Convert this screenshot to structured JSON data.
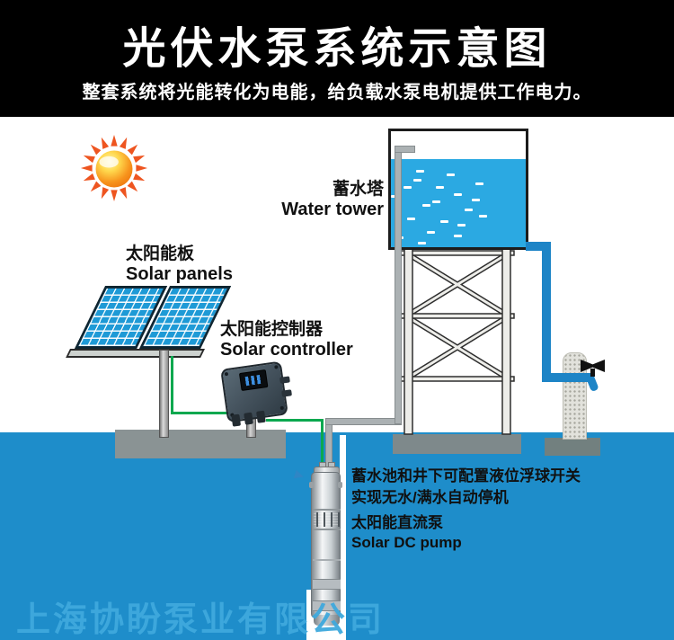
{
  "header": {
    "title": "光伏水泵系统示意图",
    "subtitle": "整套系统将光能转化为电能，给负载水泵电机提供工作电力。"
  },
  "labels": {
    "solar_panels": {
      "zh": "太阳能板",
      "en": "Solar panels"
    },
    "water_tower": {
      "zh": "蓄水塔",
      "en": "Water tower"
    },
    "solar_controller": {
      "zh": "太阳能控制器",
      "en": "Solar controller"
    },
    "solar_dc_pump": {
      "zh": "太阳能直流泵",
      "en": "Solar DC pump"
    }
  },
  "notes": {
    "float_switch_line1": "蓄水池和井下可配置液位浮球开关",
    "float_switch_line2": "实现无水/满水自动停机"
  },
  "watermark": "上海协盼泵业有限公司",
  "colors": {
    "ground_water_blue": "#1E8DCA",
    "tank_water_blue": "#2BA9E2",
    "outlet_pipe_blue": "#1D84C6",
    "wire_green": "#0AA84F",
    "sun_orange": "#EE5520",
    "panel_cell_blue": "#1E9AD6",
    "concrete_gray": "#8A9394",
    "watermark_blue": "#3FA9DD",
    "header_bg": "#000000",
    "label_text": "#111111"
  }
}
